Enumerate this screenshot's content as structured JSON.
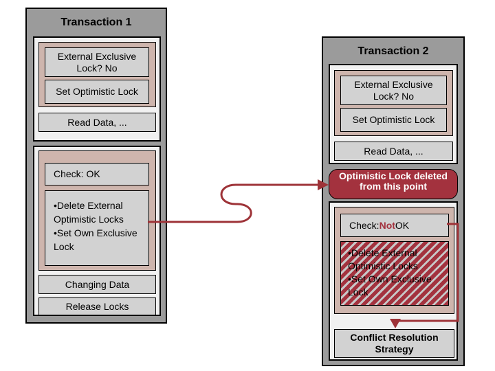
{
  "colors": {
    "column_gray": "#9B9B9B",
    "panel_white": "#F1F1F1",
    "group_pink": "#CEB5AD",
    "box_gray": "#D2D2D2",
    "accent_red": "#A3323E",
    "arrow_red": "#9E3338",
    "hatch_light": "#C8C8C8"
  },
  "transaction1": {
    "title": "Transaction 1",
    "external_lock": "External Exclusive Lock? No",
    "set_optimistic": "Set Optimistic Lock",
    "read_data": "Read Data, ...",
    "check": "Check: OK",
    "delete_items": [
      "•Delete External Optimistic Locks",
      "•Set Own Exclusive Lock"
    ],
    "changing_data": "Changing Data",
    "release_locks": "Release Locks"
  },
  "transaction2": {
    "title": "Transaction 2",
    "external_lock": "External Exclusive Lock? No",
    "set_optimistic": "Set Optimistic Lock",
    "read_data": "Read Data, ...",
    "callout": "Optimistic Lock deleted from this point",
    "check_prefix": "Check: ",
    "check_emphasis": "Not",
    "check_suffix": " OK",
    "delete_items": [
      "•Delete External Optimistic Locks",
      "•Set Own Exclusive Lock"
    ],
    "conflict": "Conflict Resolution Strategy"
  }
}
